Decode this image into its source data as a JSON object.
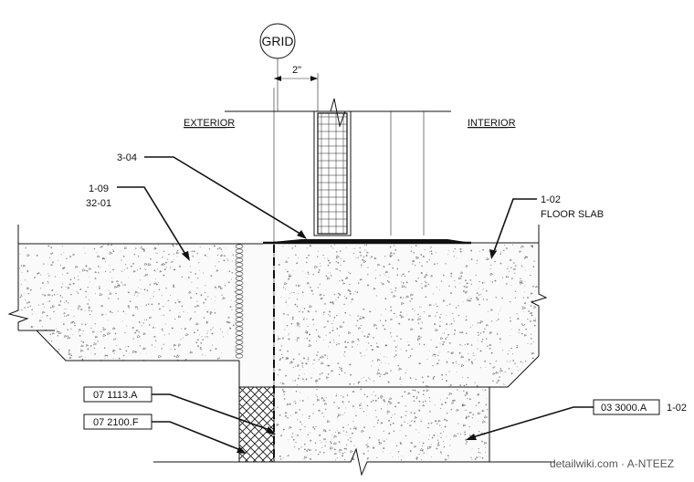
{
  "grid": {
    "label": "GRID"
  },
  "dimension": {
    "text": "2\""
  },
  "orientation": {
    "exterior": "EXTERIOR",
    "interior": "INTERIOR"
  },
  "callouts": {
    "c_3_04": "3-04",
    "c_1_09": "1-09",
    "c_32_01": "32-01",
    "c_1_02_top": "1-02",
    "floor_slab": "FLOOR SLAB",
    "c_07_1113": "07 1113.A",
    "c_07_2100": "07 2100.F",
    "c_03_3000": "03 3000.A",
    "c_1_02_bottom": "1-02"
  },
  "watermark": "detailwiki.com · A-NTEEZ",
  "colors": {
    "line": "#111111",
    "speckle": "#888888",
    "background": "#ffffff"
  }
}
